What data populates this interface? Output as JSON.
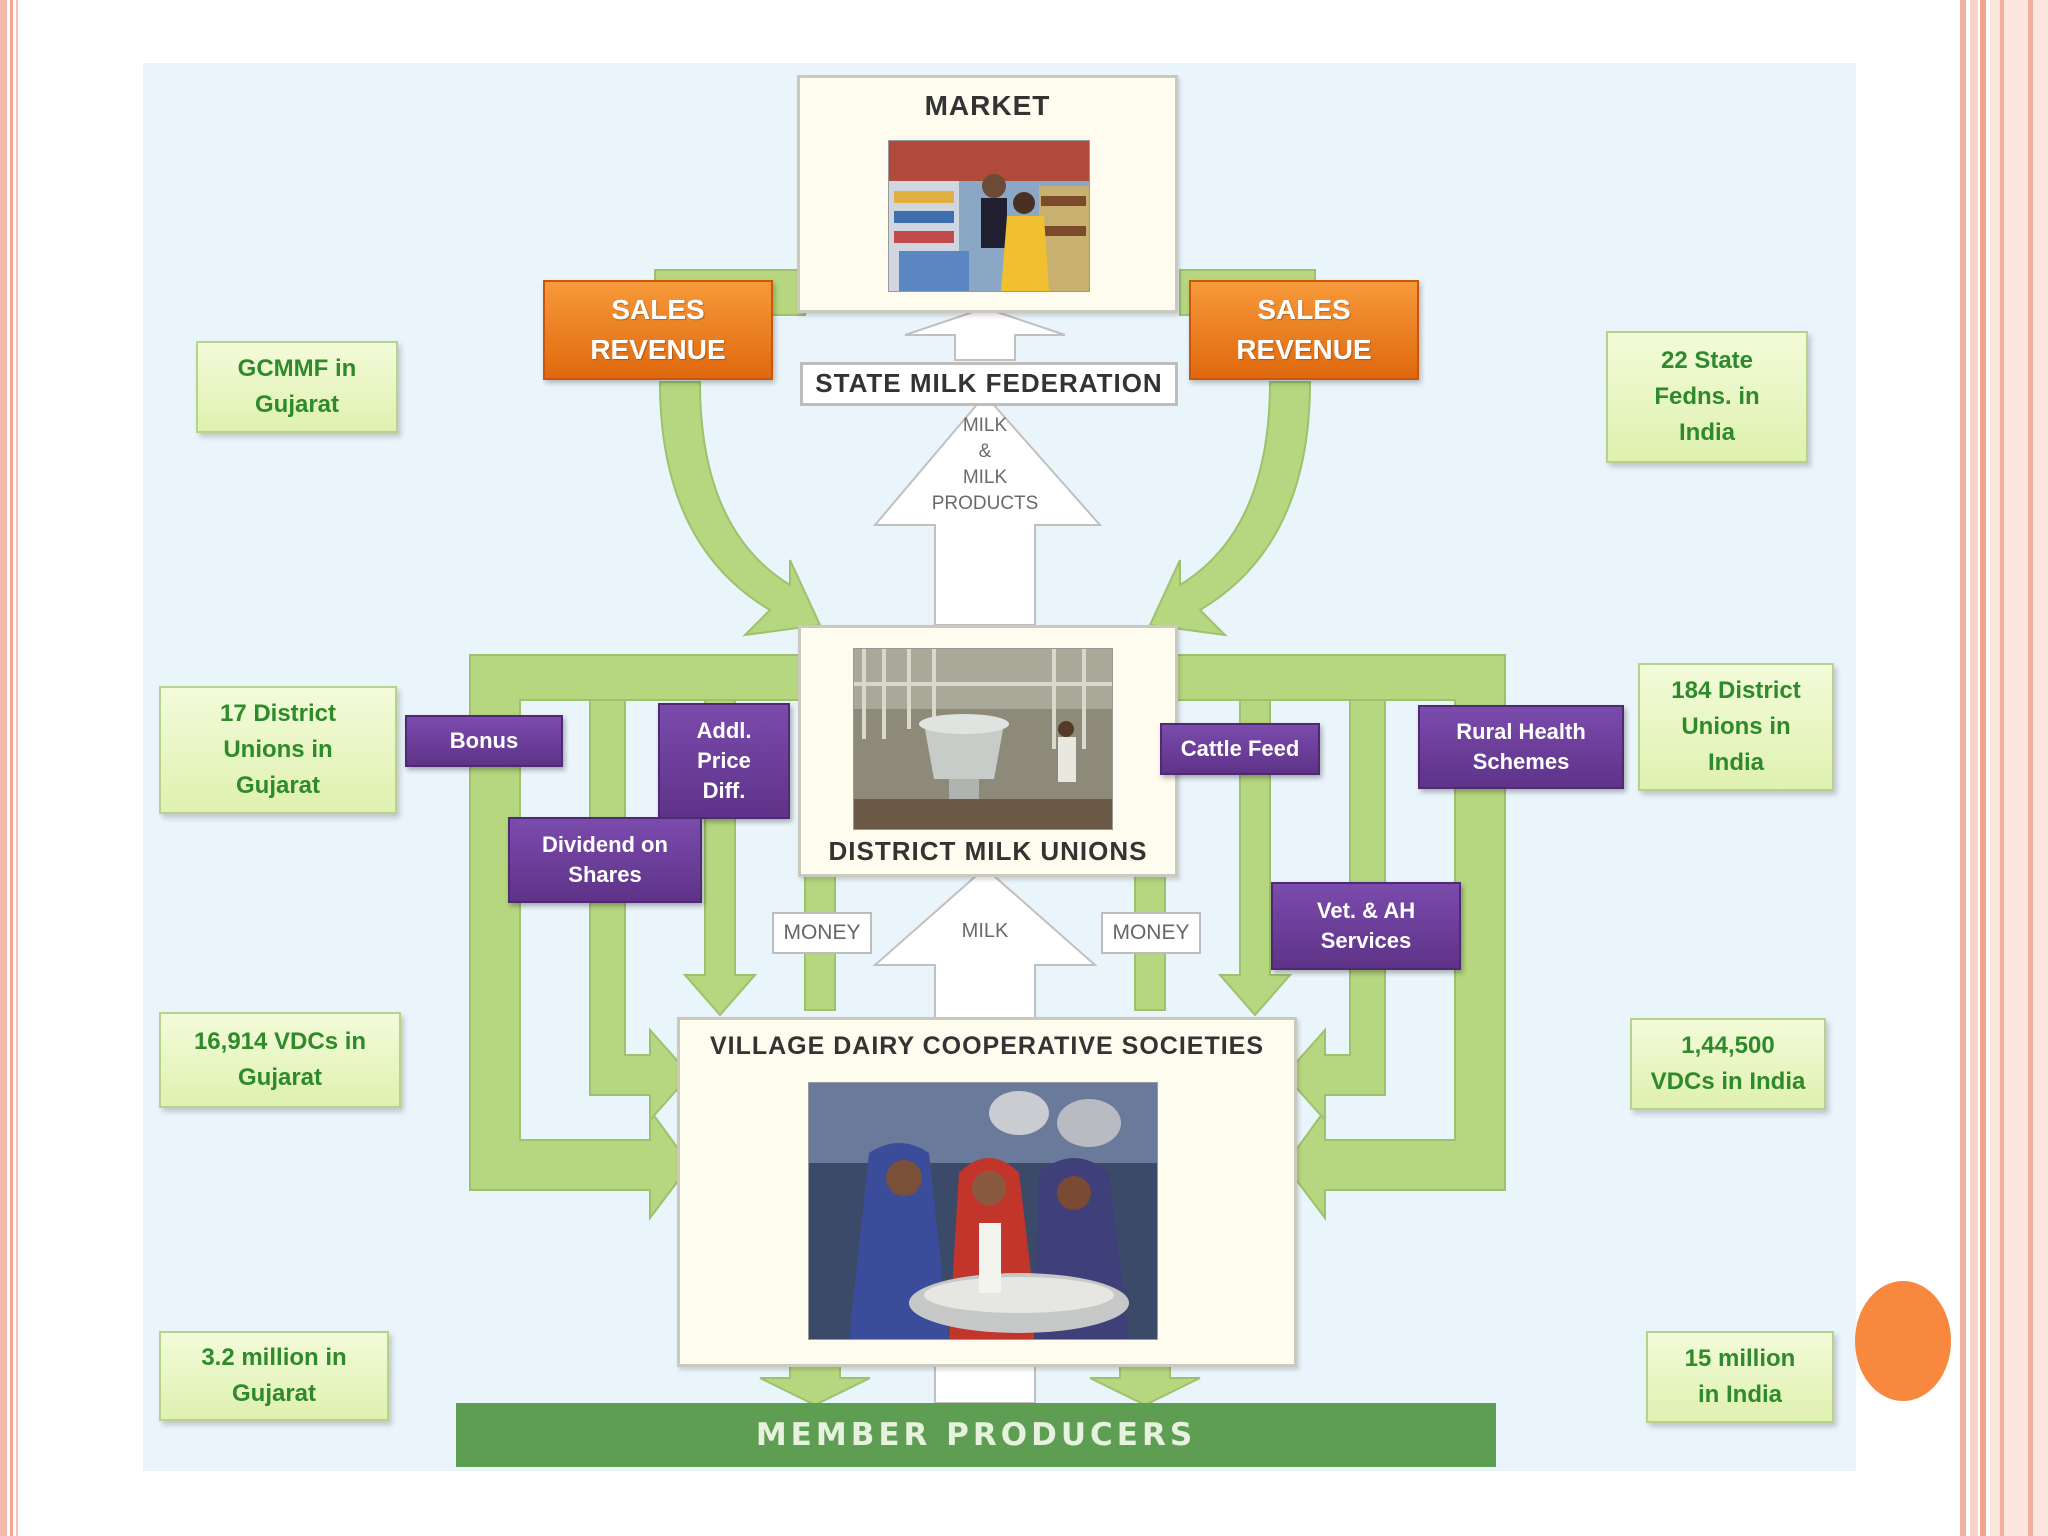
{
  "market": {
    "title": "MARKET"
  },
  "state_federation": {
    "label": "STATE MILK FEDERATION"
  },
  "milk_products": {
    "lines": [
      "MILK",
      "&",
      "MILK",
      "PRODUCTS"
    ]
  },
  "sales_revenue_left": {
    "lines": [
      "SALES",
      "REVENUE"
    ]
  },
  "sales_revenue_right": {
    "lines": [
      "SALES",
      "REVENUE"
    ]
  },
  "district_unions": {
    "title": "DISTRICT MILK UNIONS"
  },
  "village_societies": {
    "title": "VILLAGE DAIRY COOPERATIVE SOCIETIES"
  },
  "member_producers": {
    "label": "MEMBER PRODUCERS"
  },
  "flow_labels": {
    "money_left": "MONEY",
    "milk": "MILK",
    "money_right": "MONEY"
  },
  "benefits": {
    "bonus": "Bonus",
    "addl_price": [
      "Addl.",
      "Price",
      "Diff."
    ],
    "dividend": [
      "Dividend on",
      "Shares"
    ],
    "cattle_feed": "Cattle Feed",
    "rural_health": [
      "Rural Health",
      "Schemes"
    ],
    "vet_services": [
      "Vet. & AH",
      "Services"
    ]
  },
  "stats_left": {
    "gcmmf": [
      "GCMMF in",
      "Gujarat"
    ],
    "district_unions": [
      "17 District",
      "Unions in",
      "Gujarat"
    ],
    "vdcs": [
      "16,914 VDCs in",
      "Gujarat"
    ],
    "members": [
      "3.2 million in",
      "Gujarat"
    ]
  },
  "stats_right": {
    "state_fedns": [
      "22 State",
      "Fedns. in",
      "India"
    ],
    "district_unions": [
      "184 District",
      "Unions in",
      "India"
    ],
    "vdcs": [
      "1,44,500",
      "VDCs in India"
    ],
    "members": [
      "15 million",
      "in India"
    ]
  },
  "colors": {
    "arrow_green": "#b6d77f",
    "arrow_green_dark": "#9cc26b",
    "orange": "#ef7a1f",
    "purple": "#6a3c98",
    "stat_text": "#2f8a2b",
    "border_pink": "#f3a08c"
  }
}
